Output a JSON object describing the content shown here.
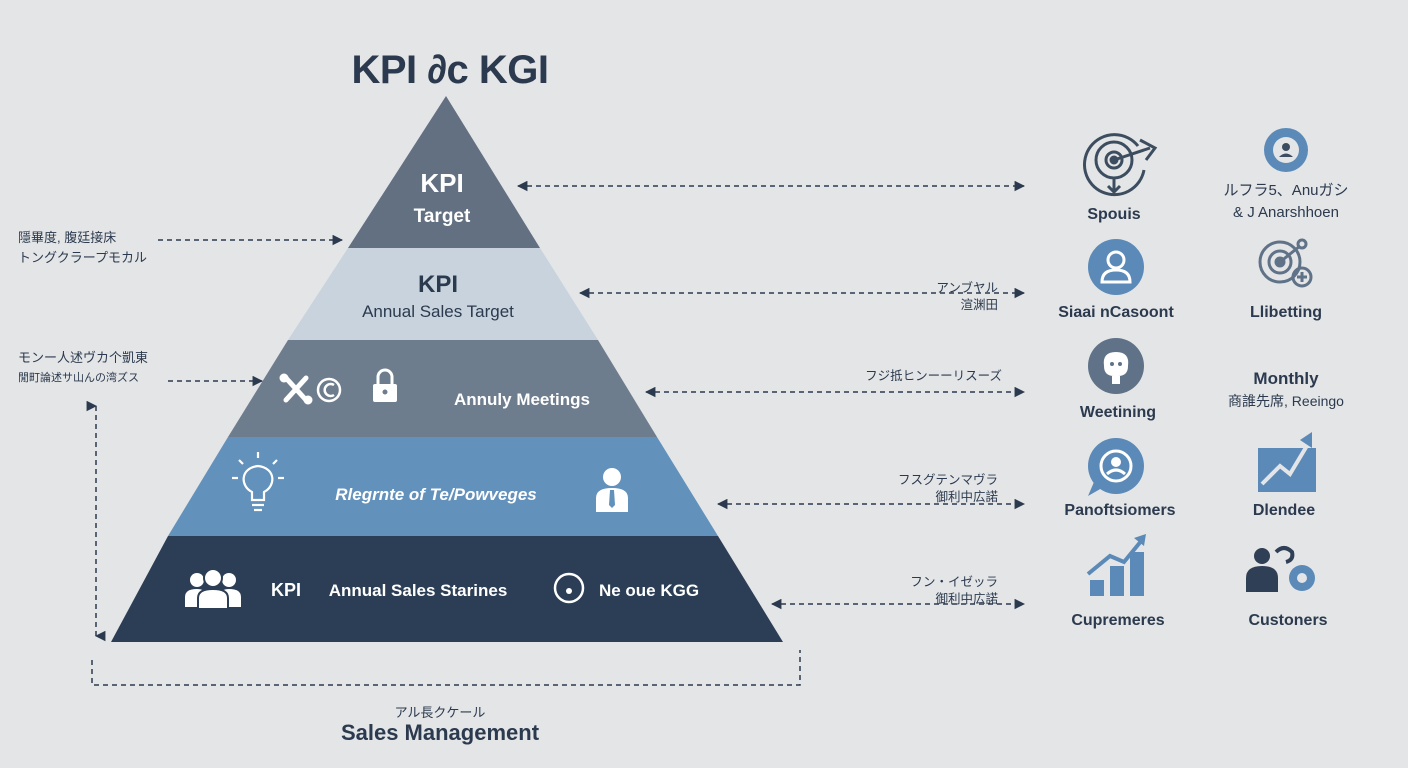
{
  "title": "KPI ∂c KGI",
  "pyramid": {
    "tier1": {
      "line1": "KPI",
      "line2": "Target"
    },
    "tier2": {
      "line1": "KPI",
      "line2": "Annual Sales Target"
    },
    "tier3": {
      "text": "Annuly Meetings"
    },
    "tier4": {
      "text": "Rlegrnte of Te/Powveges"
    },
    "tier5": {
      "kpi": "KPI",
      "text": "Annual Sales Starines",
      "right": "Ne oue KGG"
    }
  },
  "left_labels": {
    "label1": [
      "隱畢度, 腹廷接床",
      "トングクラープモカル"
    ],
    "label2": [
      "モンー人述ヴカ个凱東",
      "閒町論述サ山んの湾ズス"
    ]
  },
  "connector_labels": {
    "c2": [
      "アンブヤル",
      "渲渊田"
    ],
    "c3": [
      "フジ抵ヒンーーリスーズ"
    ],
    "c4": [
      "フスグテンマヴラ",
      "御利中広諾"
    ],
    "c5": [
      "フン・イゼッラ",
      "御利中広諾"
    ]
  },
  "icons": {
    "r1c1": {
      "icon": "target-icon",
      "label": "Spouis"
    },
    "r1c2": {
      "icon": "user-circle-icon",
      "label": [
        "ルフラ5、Anuガシ",
        "& J Anarshhoen"
      ]
    },
    "r2c1": {
      "icon": "person-icon",
      "label": "Siaai nCasoont"
    },
    "r2c2": {
      "icon": "target-gear-icon",
      "label": "Llibetting"
    },
    "r3c1": {
      "icon": "brain-icon",
      "label": "Weetining"
    },
    "r3c2": {
      "icon": "text-block",
      "label": [
        "Monthly",
        "商誰先席, Reeingo"
      ]
    },
    "r4c1": {
      "icon": "user-chat-icon",
      "label": "Panoftsiomers"
    },
    "r4c2": {
      "icon": "growth-chart-icon",
      "label": "Dlendee"
    },
    "r5c1": {
      "icon": "bar-growth-icon",
      "label": "Cupremeres"
    },
    "r5c2": {
      "icon": "person-gear-icon",
      "label": "Custoners"
    }
  },
  "footer": {
    "sub": "アル長クケール",
    "main": "Sales Management"
  },
  "colors": {
    "tier1": "#627082",
    "tier2": "#c8d3dd",
    "tier3": "#6e7d8e",
    "tier4": "#6291bb",
    "tier5": "#2c3e55",
    "ink": "#2b3a4e",
    "icon_mid": "#5f7288",
    "icon_blue": "#5b8ab8"
  }
}
